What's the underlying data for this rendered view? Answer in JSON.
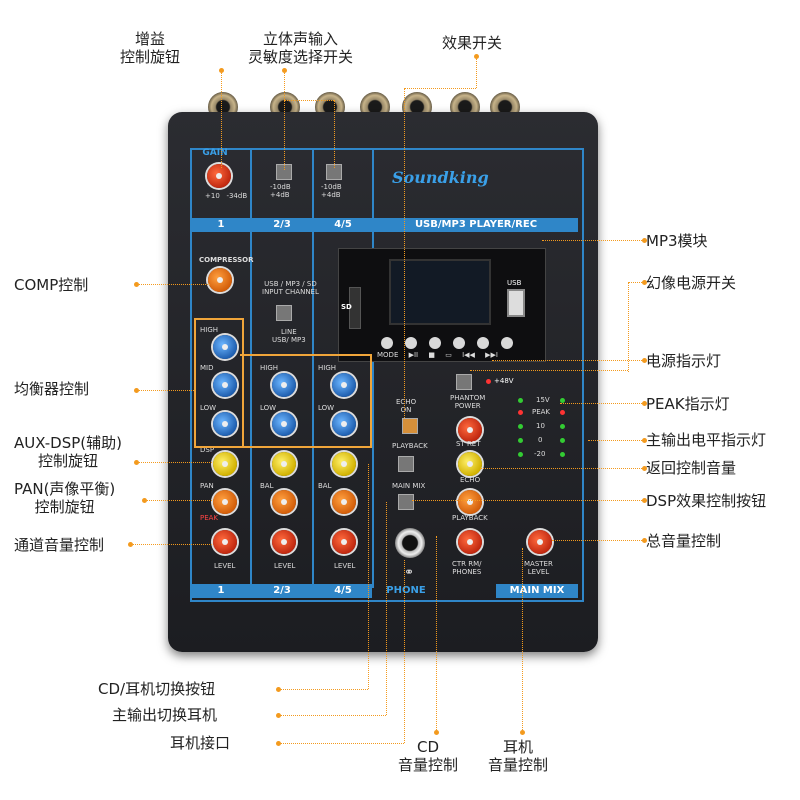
{
  "callouts": {
    "gain": [
      "增益",
      "控制旋钮"
    ],
    "stereo_sens": [
      "立体声输入",
      "灵敏度选择开关"
    ],
    "fx_switch": "效果开关",
    "mp3_module": "MP3模块",
    "phantom_switch": "幻像电源开关",
    "power_led": "电源指示灯",
    "peak_led": "PEAK指示灯",
    "level_meter": "主输出电平指示灯",
    "return_vol": "返回控制音量",
    "dsp_btn": "DSP效果控制按钮",
    "master_vol": "总音量控制",
    "comp": "COMP控制",
    "eq": "均衡器控制",
    "aux_dsp": [
      "AUX-DSP(辅助)",
      "控制旋钮"
    ],
    "pan": [
      "PAN(声像平衡)",
      "控制旋钮"
    ],
    "ch_vol": "通道音量控制",
    "cd_phone_btn": "CD/耳机切换按钮",
    "main_phone_btn": "主输出切换耳机",
    "phone_jack": "耳机接口",
    "cd_vol": [
      "CD",
      "音量控制"
    ],
    "phone_vol": [
      "耳机",
      "音量控制"
    ]
  },
  "panel": {
    "brand": "Soundking",
    "gain": "GAIN",
    "ch1": "1",
    "ch23": "2/3",
    "ch45": "4/5",
    "usb_player": "USB/MP3 PLAYER/REC",
    "compressor": "COMPRESSOR",
    "usb_input": [
      "USB / MP3 / SD",
      "INPUT CHANNEL"
    ],
    "line_usb": [
      "LINE",
      "USB/ MP3"
    ],
    "high": "HIGH",
    "mid": "MID",
    "low": "LOW",
    "dsp": "DSP",
    "pan": "PAN",
    "bal": "BAL",
    "peak": "PEAK",
    "level": "LEVEL",
    "echo_on": [
      "ECHO",
      "ON"
    ],
    "playback": "PLAYBACK",
    "main_mix": "MAIN MIX",
    "phantom": [
      "PHANTOM",
      "POWER"
    ],
    "plus48": "+48V",
    "st_ret": "ST RET",
    "echo": "ECHO",
    "ctr_rm": [
      "CTR RM/",
      "PHONES"
    ],
    "master_level": [
      "MASTER",
      "LEVEL"
    ],
    "phone": "PHONE",
    "main_mix_tab": "MAIN MIX",
    "sens": [
      "-10dB",
      "+4dB"
    ],
    "meter": [
      "15V",
      "PEAK",
      "10",
      "0",
      "-20"
    ],
    "mp3_buttons": [
      "MODE",
      "▶II",
      "■",
      "▭",
      "I◀◀",
      "▶▶I"
    ],
    "sd": "SD",
    "usb": "USB"
  },
  "colors": {
    "accent": "#2f86c8",
    "callout_line": "#f39a1e",
    "body": "#1f2024"
  }
}
